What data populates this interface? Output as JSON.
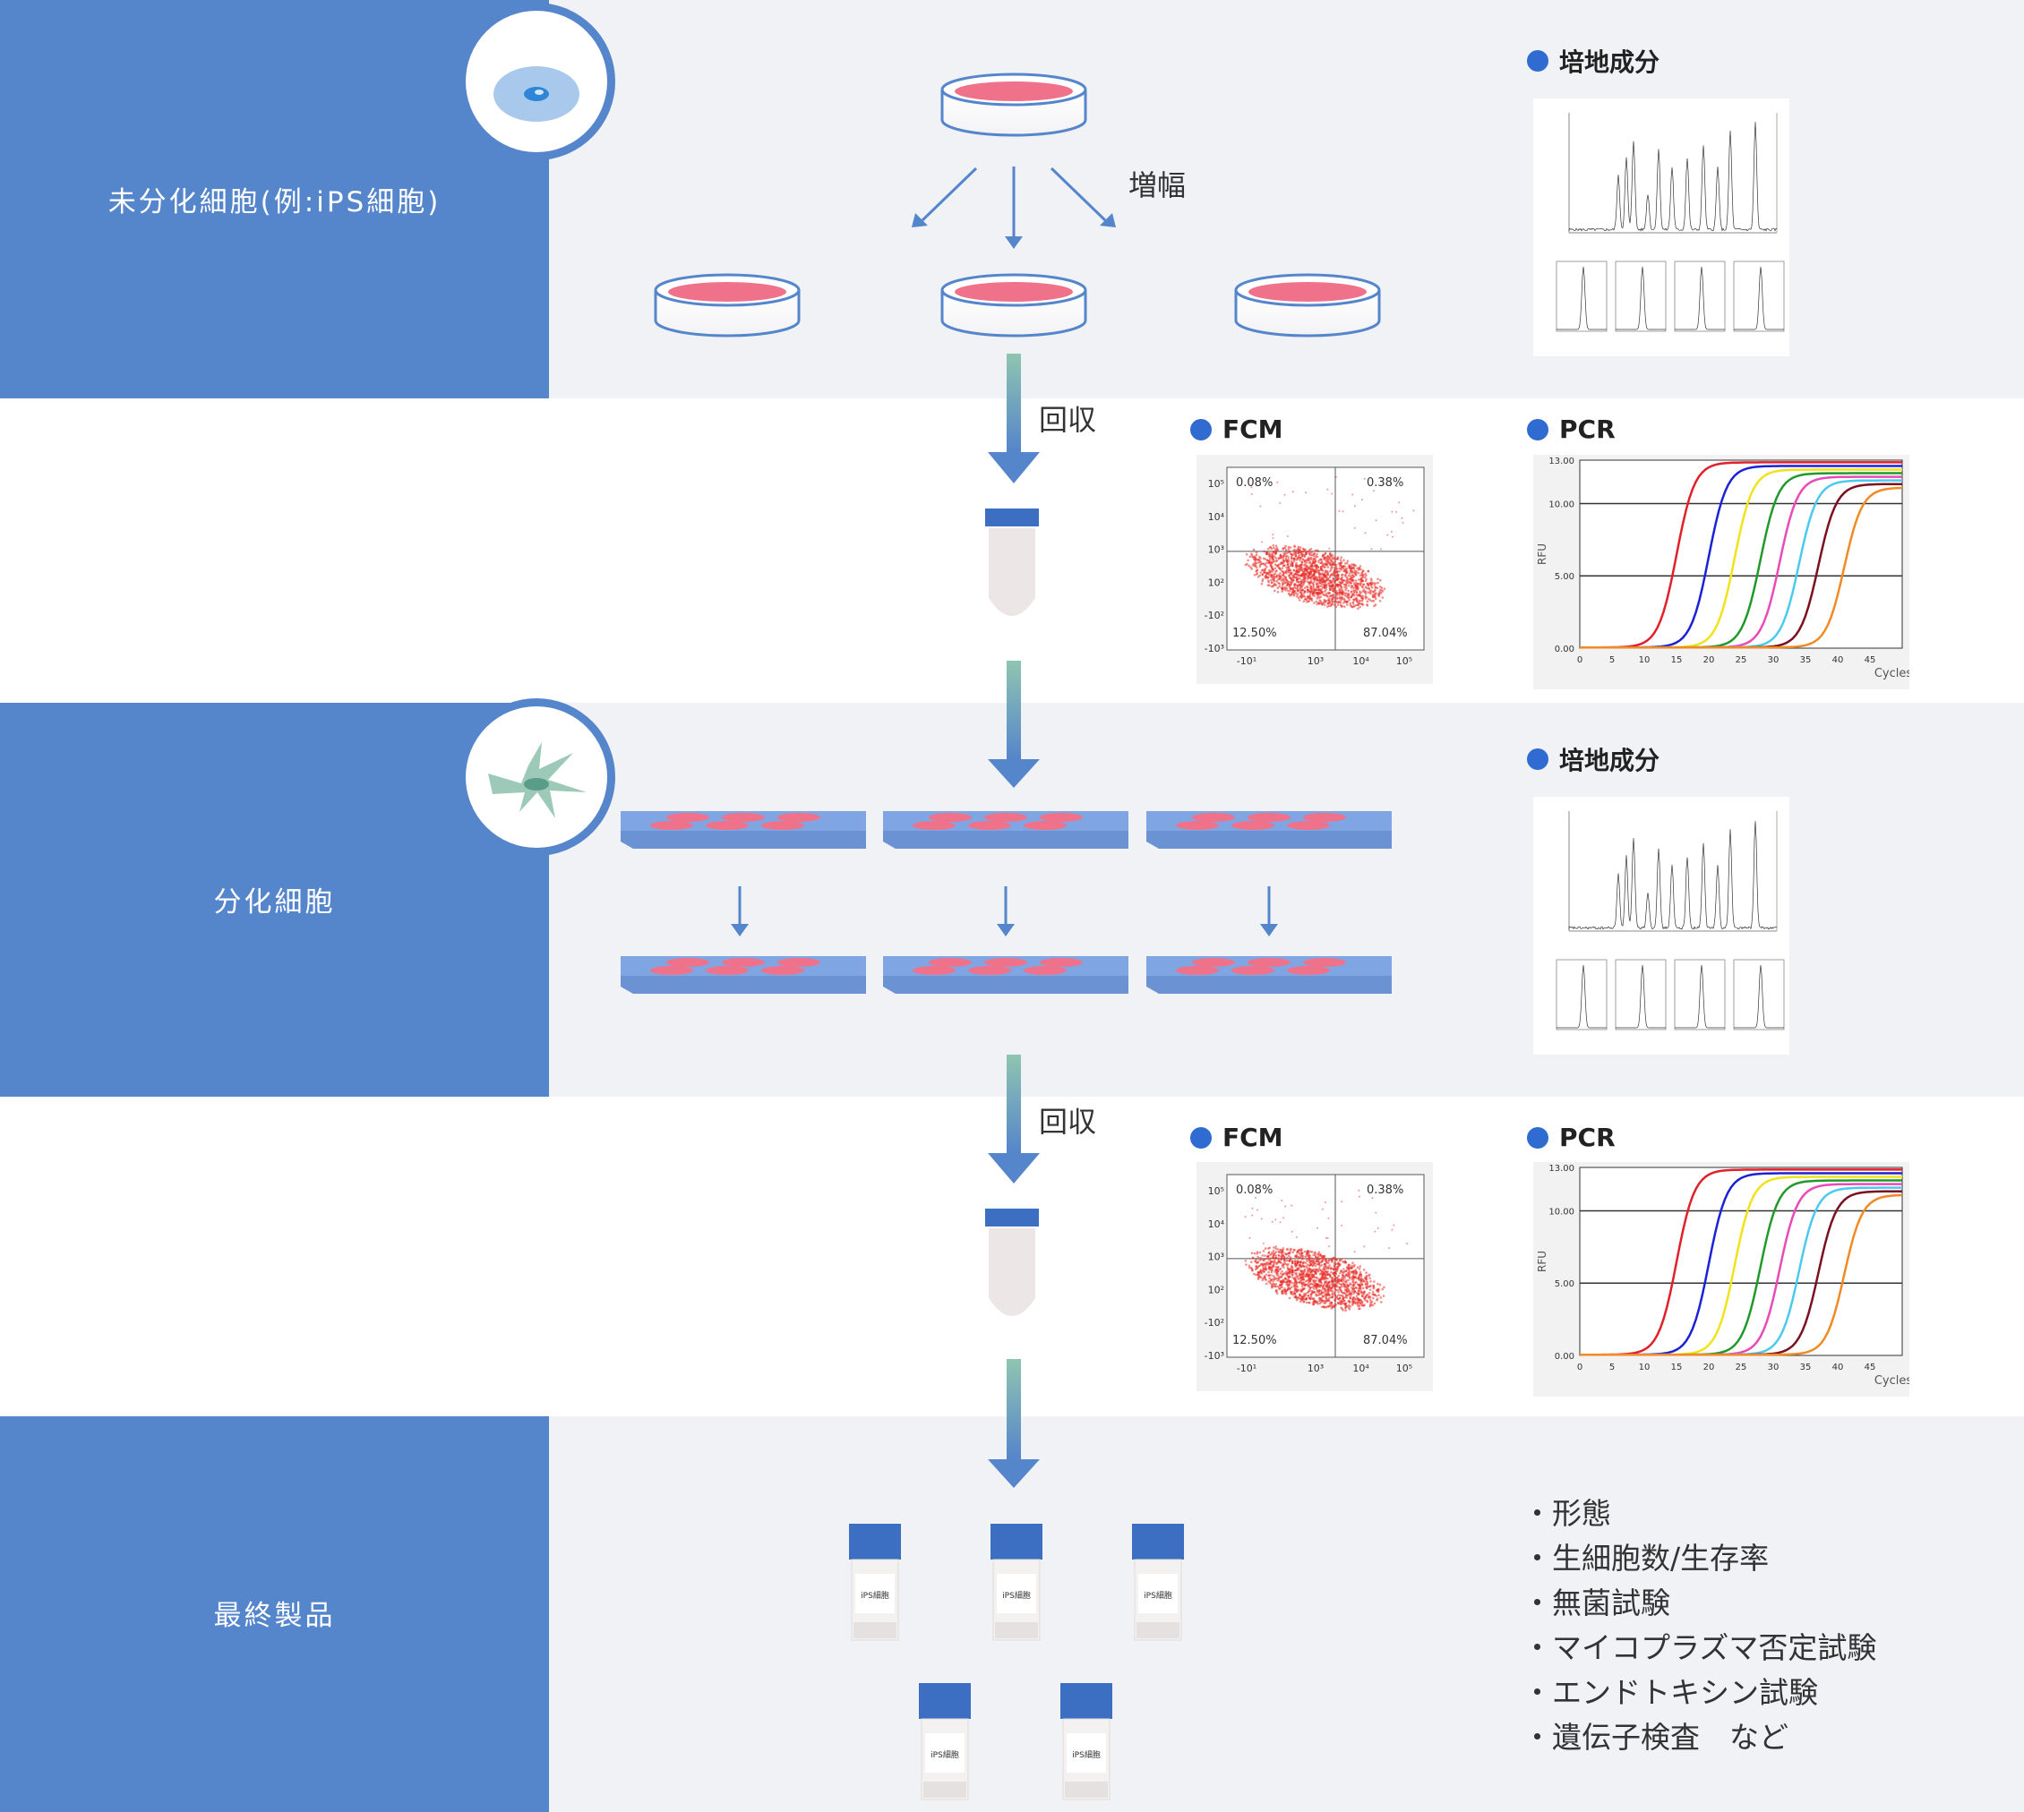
{
  "stages": [
    {
      "label": "未分化細胞(例:iPS細胞)",
      "icon": "stem-cell-icon"
    },
    {
      "label": "分化細胞",
      "icon": "neuron-cell-icon"
    },
    {
      "label": "最終製品"
    }
  ],
  "process": {
    "expand_label": "増幅",
    "collect_label_1": "回収",
    "collect_label_2": "回収",
    "vial_text": "iPS細胞"
  },
  "analyses": {
    "media1": "培地成分",
    "fcm1": "FCM",
    "pcr1": "PCR",
    "media2": "培地成分",
    "fcm2": "FCM",
    "pcr2": "PCR"
  },
  "fcm_chart": {
    "q_upper_left": "0.08%",
    "q_upper_right": "0.38%",
    "q_lower_left": "12.50%",
    "q_lower_right": "87.04%",
    "y_ticks": [
      "10⁵",
      "10⁴",
      "10³",
      "10²",
      "-10²",
      "-10³"
    ],
    "x_ticks": [
      "-10¹",
      "10³",
      "10⁴",
      "10⁵"
    ]
  },
  "pcr_chart": {
    "ylabel": "RFU",
    "xlabel": "Cycles",
    "y_ticks": [
      "13.00",
      "10.00",
      "5.00",
      "0.00"
    ],
    "x_ticks": [
      "0",
      "5",
      "10",
      "15",
      "20",
      "25",
      "30",
      "35",
      "40",
      "45"
    ],
    "curve_colors": [
      "#e0202a",
      "#1a22d6",
      "#f2e21a",
      "#1f9a2a",
      "#e84bb8",
      "#4cc9ef",
      "#7a1020",
      "#f08a24"
    ],
    "thresholds": [
      15,
      20,
      24,
      28,
      31,
      34,
      37,
      41
    ]
  },
  "final_tests": [
    "・形態",
    "・生細胞数/生存率",
    "・無菌試験",
    "・マイコプラズマ否定試験",
    "・エンドトキシン試験",
    "・遺伝子検査　など"
  ],
  "colors": {
    "side": "#5585cb",
    "band": "#f0f2f5",
    "arrow": "#5585cb",
    "dish": "#f0728a",
    "plate": "#7fa6e2",
    "dot": "#2f6bd0"
  }
}
